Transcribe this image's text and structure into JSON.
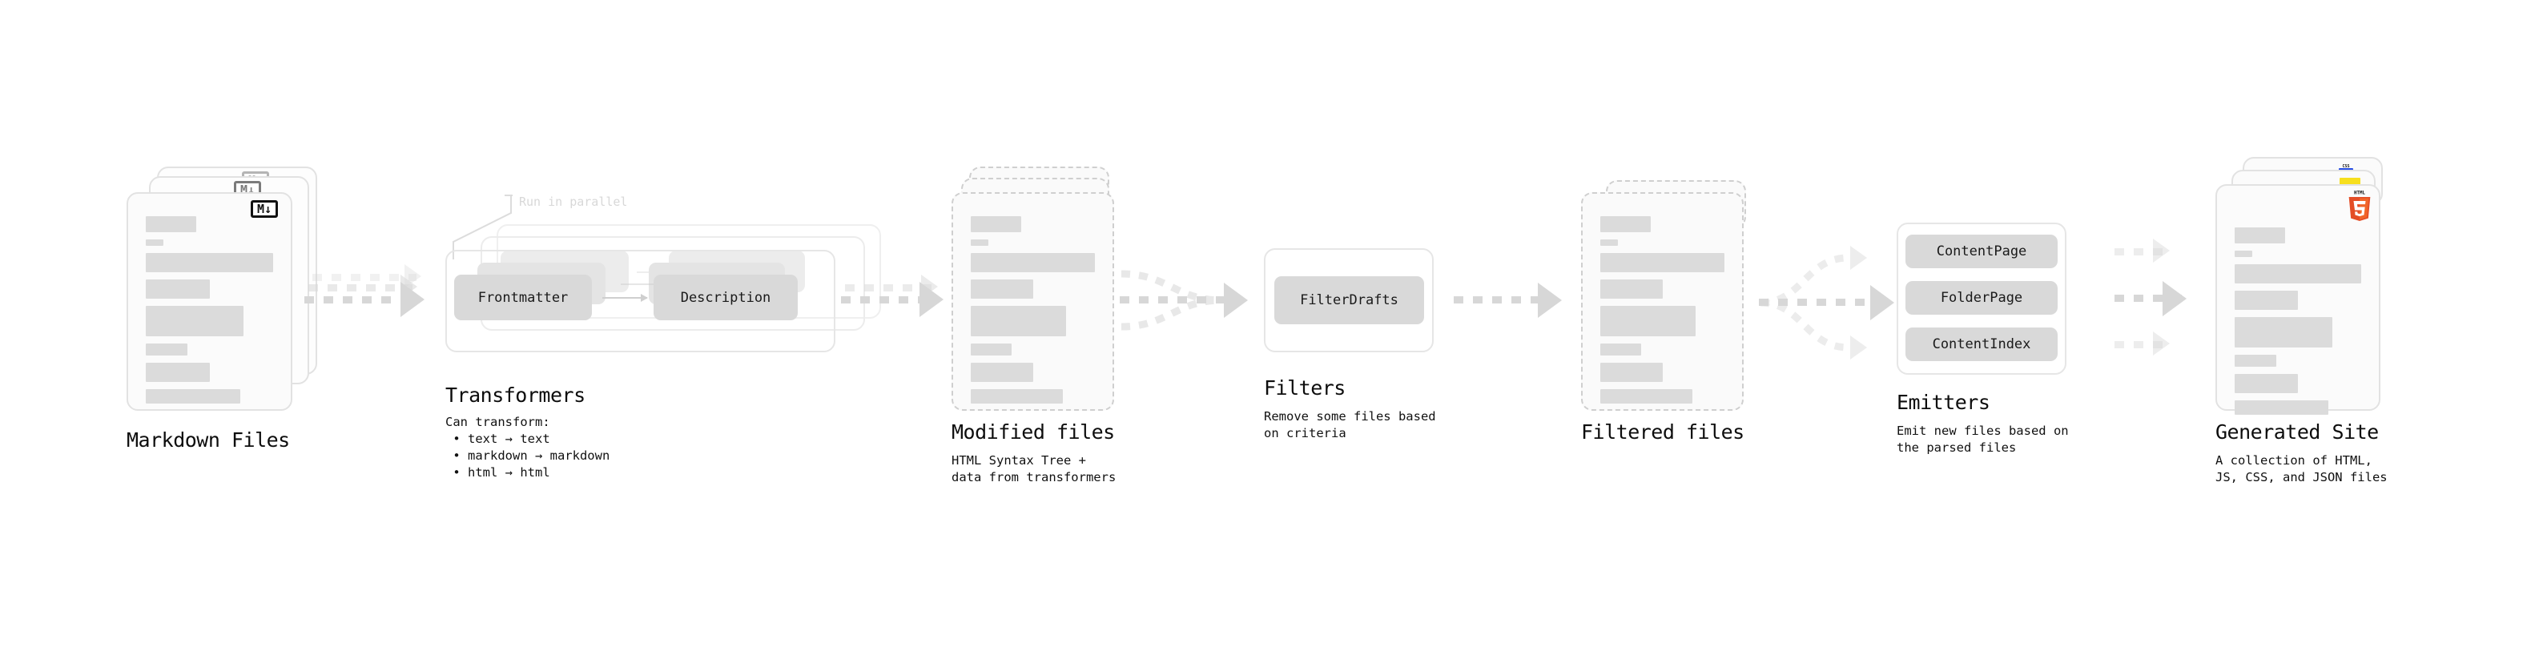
{
  "diagram": {
    "type": "pipeline-flow",
    "background": "#ffffff",
    "accent_gray": "#d9d9d9",
    "arrow_color": "#d7d7d7"
  },
  "stages": [
    {
      "id": "markdown-files",
      "title": "Markdown Files",
      "subtitle": "",
      "icon": "markdown-badge",
      "icon_text": "M↓"
    },
    {
      "id": "transformers",
      "title": "Transformers",
      "subtitle": "Can transform:\n • text → text\n • markdown → markdown\n • html → html",
      "parallel_label": "Run in parallel",
      "nodes": [
        "Frontmatter",
        "Description"
      ]
    },
    {
      "id": "modified-files",
      "title": "Modified files",
      "subtitle": "HTML Syntax Tree +\ndata from transformers"
    },
    {
      "id": "filters",
      "title": "Filters",
      "subtitle": "Remove some files based\non criteria",
      "nodes": [
        "FilterDrafts"
      ]
    },
    {
      "id": "filtered-files",
      "title": "Filtered files",
      "subtitle": ""
    },
    {
      "id": "emitters",
      "title": "Emitters",
      "subtitle": "Emit new files based on\nthe parsed files",
      "nodes": [
        "ContentPage",
        "FolderPage",
        "ContentIndex"
      ]
    },
    {
      "id": "generated-site",
      "title": "Generated Site",
      "subtitle": "A collection of HTML,\nJS, CSS, and JSON files",
      "icons": [
        "html5-icon",
        "js-icon",
        "css-icon"
      ],
      "html5_label": "HTML"
    }
  ]
}
